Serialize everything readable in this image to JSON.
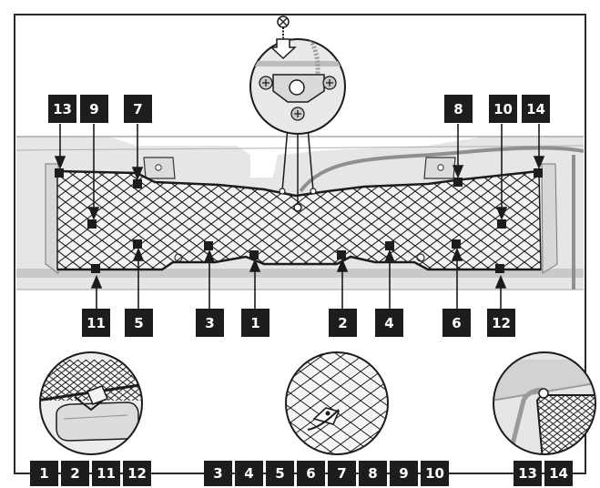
{
  "colors": {
    "frame": "#2a2a2a",
    "trunk_fill": "#e6e6e6",
    "trunk_shadow": "#c9c9c9",
    "net_fill": "#f3f3f3",
    "net_line": "#1c1c1c",
    "label_bg": "#1d1d1d",
    "label_text": "#ffffff",
    "cable": "#8f8f8f"
  },
  "icons": [
    "screw-icon",
    "insert-arrow-icon",
    "mounting-bracket-icon",
    "arrow-up-icon",
    "arrow-down-icon"
  ],
  "diagram": {
    "top_labels": [
      "13",
      "9",
      "7",
      "8",
      "10",
      "14"
    ],
    "bottom_labels": [
      "11",
      "5",
      "3",
      "1",
      "2",
      "4",
      "6",
      "12"
    ],
    "detail_groups": [
      {
        "name": "detail-floor-hooks",
        "labels": [
          "1",
          "2",
          "11",
          "12"
        ]
      },
      {
        "name": "detail-net-clips",
        "labels": [
          "3",
          "4",
          "5",
          "6",
          "7",
          "8",
          "9",
          "10"
        ]
      },
      {
        "name": "detail-corner-hooks",
        "labels": [
          "13",
          "14"
        ]
      }
    ]
  }
}
